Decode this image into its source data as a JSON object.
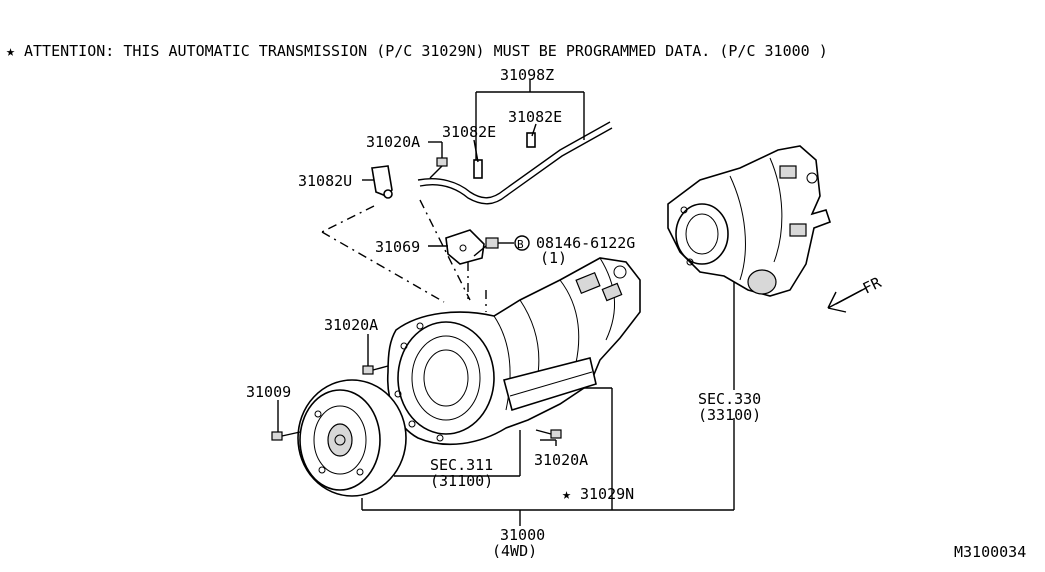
{
  "header": {
    "star": "★",
    "attention": "ATTENTION: THIS AUTOMATIC TRANSMISSION (P/C 31029N) MUST BE PROGRAMMED DATA. (P/C 31000 )"
  },
  "callouts": {
    "p31098Z": "31098Z",
    "p31082E_right": "31082E",
    "p31082E_left": "31082E",
    "p31020A_top": "31020A",
    "p31082U": "31082U",
    "p31069": "31069",
    "bolt_circle": "B",
    "bolt_pn": "08146-6122G",
    "bolt_qty": "(1)",
    "p31020A_mid": "31020A",
    "p31009": "31009",
    "p31020A_low": "31020A",
    "sec311": "SEC.311",
    "sec311_pn": "(31100)",
    "sec330": "SEC.330",
    "sec330_pn": "(33100)",
    "p31029N_star": "★",
    "p31029N": "31029N",
    "p31000": "31000",
    "p31000_sub": "(4WD)",
    "fr": "FR"
  },
  "footer": {
    "code": "M3100034"
  }
}
